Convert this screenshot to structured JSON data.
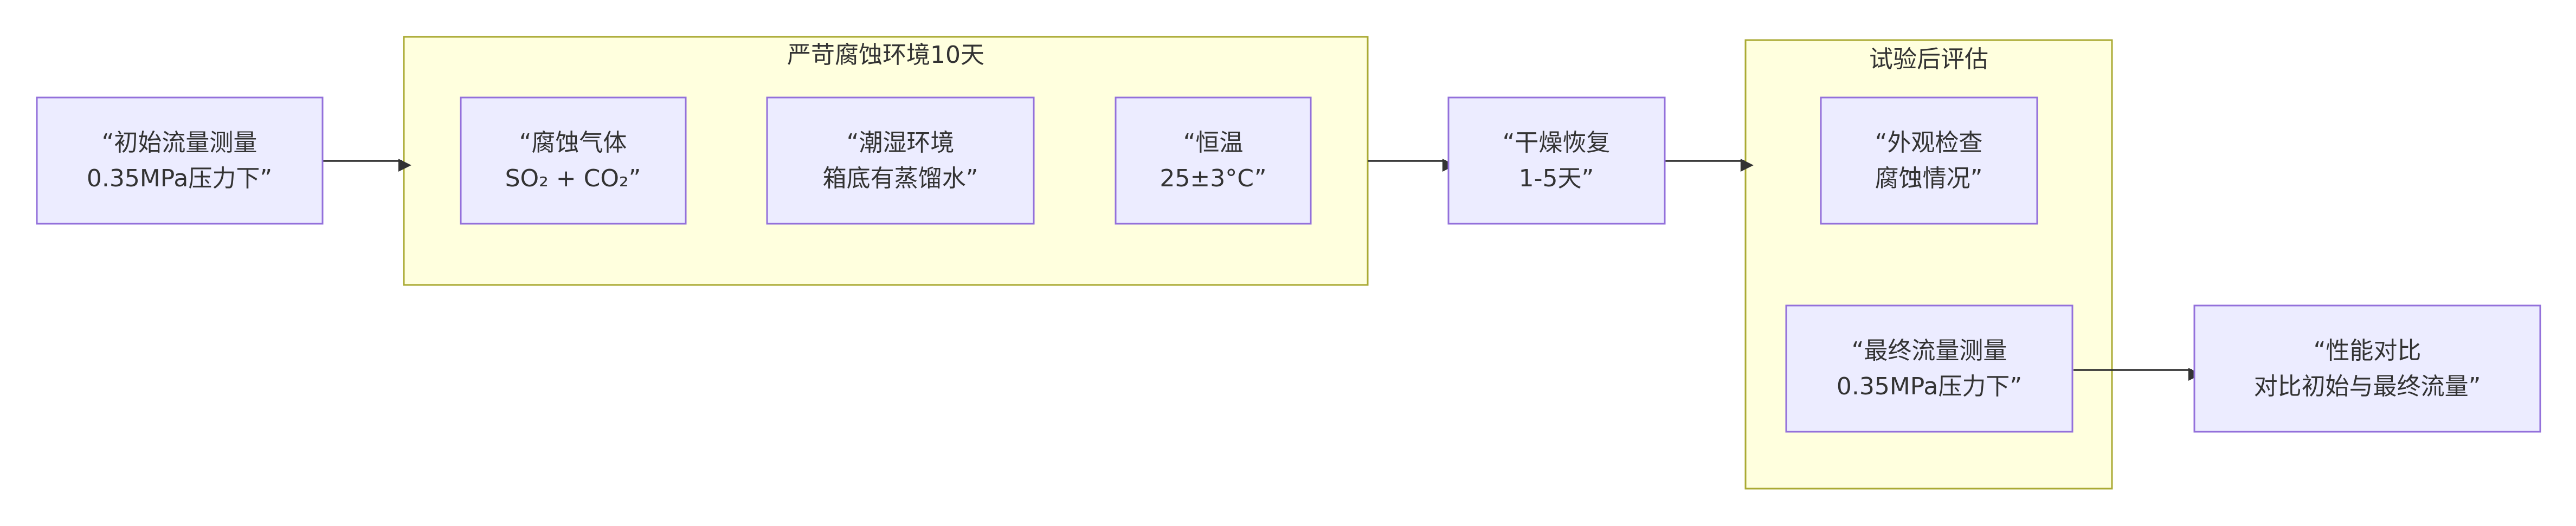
{
  "groups": {
    "corrosion": {
      "label": "严苛腐蚀环境10天"
    },
    "evaluation": {
      "label": "试验后评估"
    }
  },
  "nodes": {
    "initial": {
      "line1": "“初始流量测量",
      "line2": "0.35MPa压力下”"
    },
    "gas": {
      "line1": "“腐蚀气体",
      "line2": "SO₂ + CO₂”"
    },
    "humid": {
      "line1": "“潮湿环境",
      "line2": "箱底有蒸馏水”"
    },
    "temp": {
      "line1": "“恒温",
      "line2": "25±3°C”"
    },
    "dry": {
      "line1": "“干燥恢复",
      "line2": "1-5天”"
    },
    "visual": {
      "line1": "“外观检查",
      "line2": "腐蚀情况”"
    },
    "final": {
      "line1": "“最终流量测量",
      "line2": "0.35MPa压力下”"
    },
    "compare": {
      "line1": "“性能对比",
      "line2": "对比初始与最终流量”"
    }
  }
}
